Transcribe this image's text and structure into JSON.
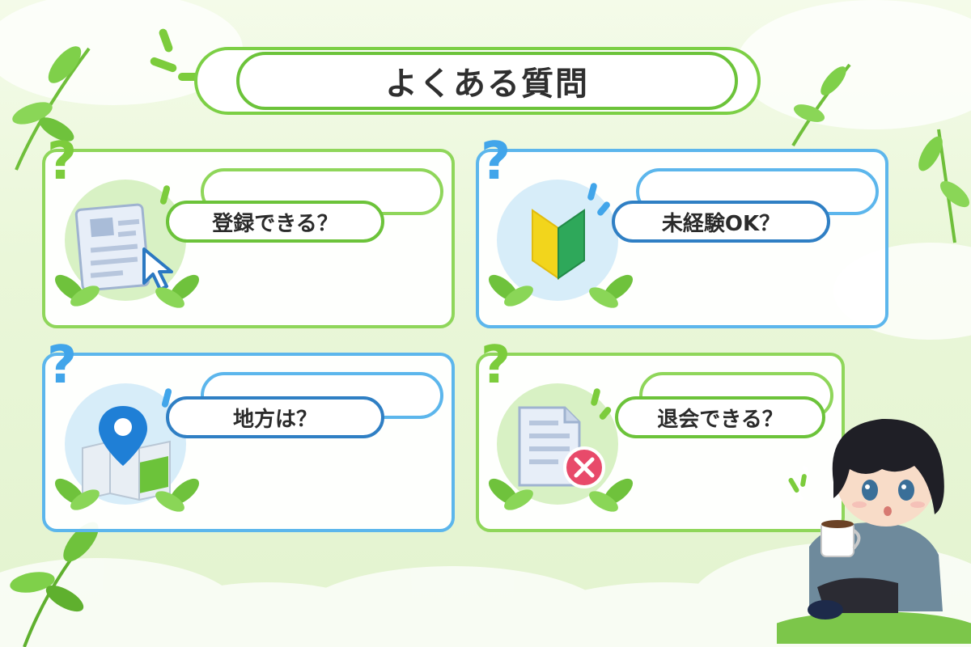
{
  "title": "よくある質問",
  "questions": [
    {
      "label": "登録できる？",
      "icon": "document-cursor-icon",
      "theme": "green"
    },
    {
      "label": "未経験OK？",
      "icon": "beginner-mark-icon",
      "theme": "blue"
    },
    {
      "label": "地方は？",
      "icon": "map-pin-icon",
      "theme": "blue"
    },
    {
      "label": "退会できる？",
      "icon": "document-cancel-icon",
      "theme": "green"
    }
  ],
  "question_mark": "?",
  "colors": {
    "green": "#7ccc3c",
    "blue": "#41a5ea",
    "accent_red": "#e84a6a"
  }
}
